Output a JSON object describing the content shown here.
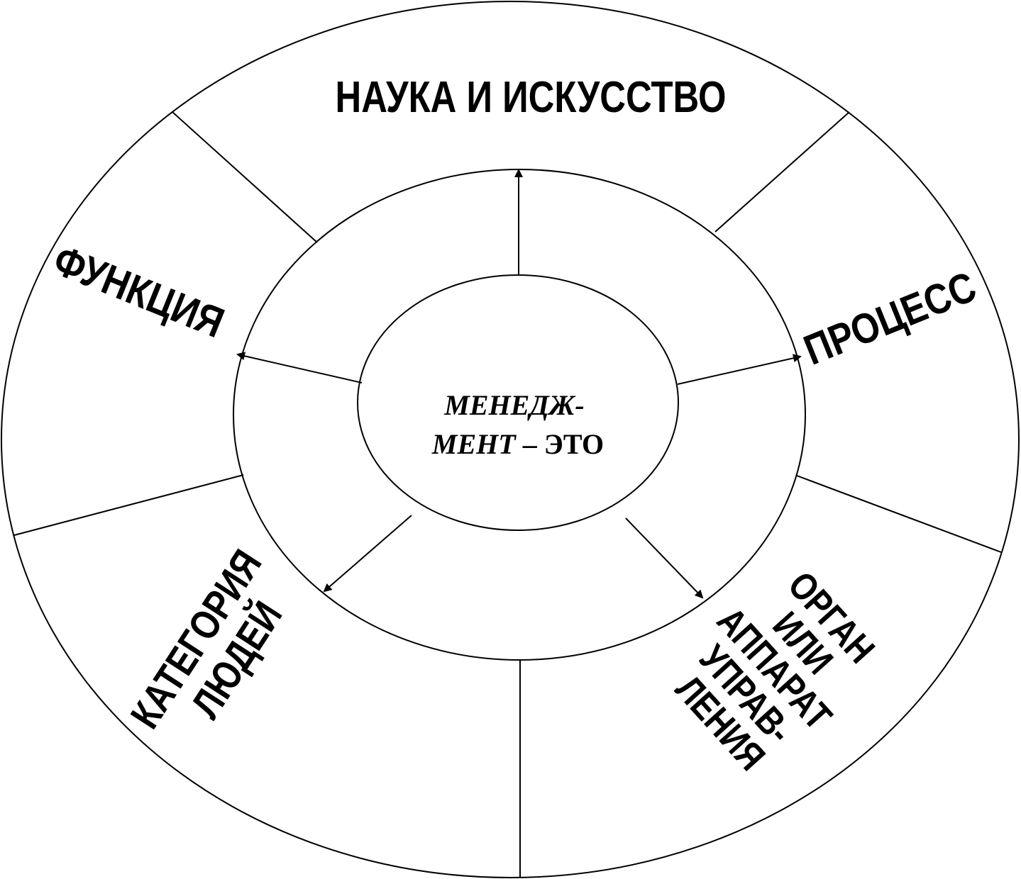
{
  "center": {
    "line1": "МЕНЕДЖ-",
    "line2_italic": "МЕНТ",
    "line2_rest": " – ЭТО"
  },
  "segments": {
    "science_art": "НАУКА И ИСКУССТВО",
    "process": "ПРОЦЕСС",
    "function": "ФУНКЦИЯ",
    "category": [
      "КАТЕГОРИЯ",
      "ЛЮДЕЙ"
    ],
    "organ": [
      "ОРГАН",
      "ИЛИ",
      "АППАРАТ",
      "УПРАВ-",
      "ЛЕНИЯ"
    ]
  }
}
